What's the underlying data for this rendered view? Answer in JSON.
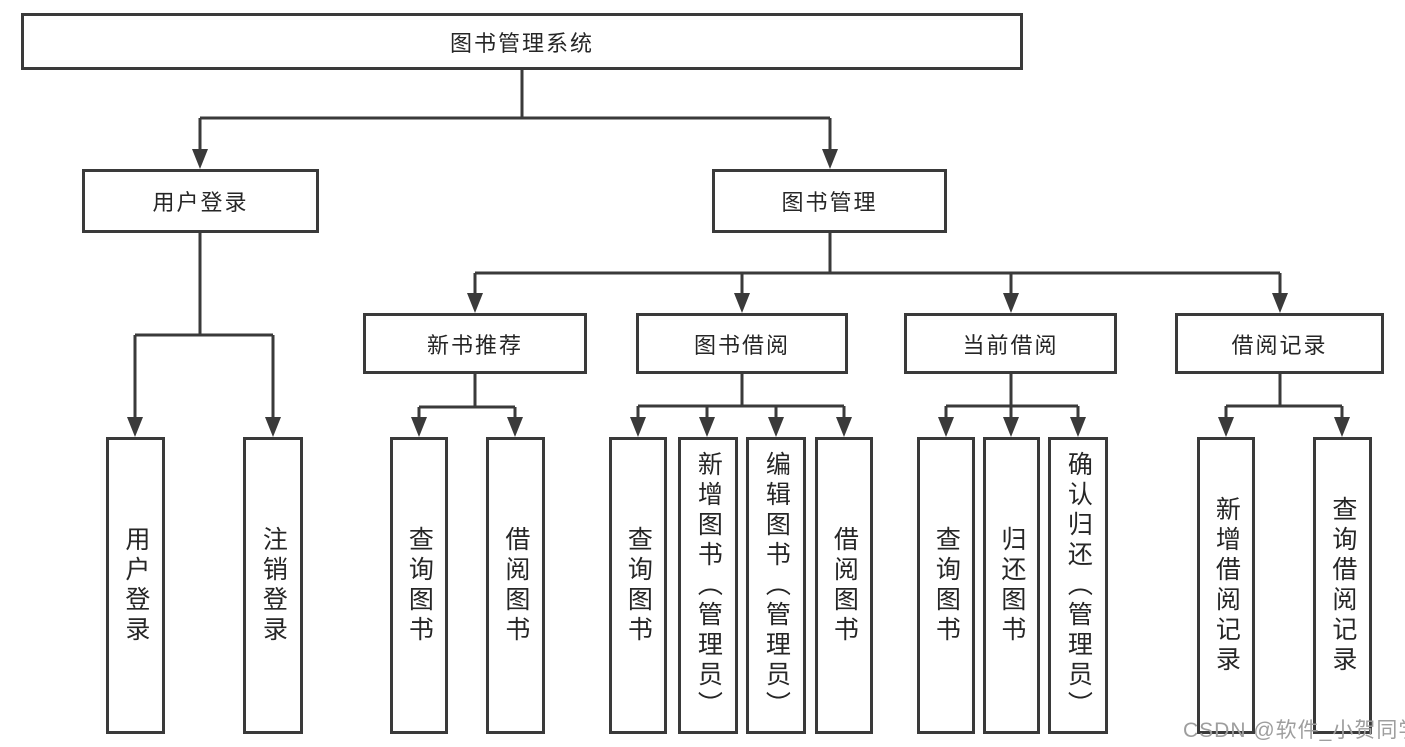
{
  "colors": {
    "line": "#3a3a3a",
    "box_border": "#3a3a3a",
    "text": "#262626",
    "watermark": "#9e9e9e",
    "background": "#ffffff"
  },
  "tree": {
    "label": "图书管理系统",
    "children": [
      {
        "label": "用户登录",
        "children": [
          {
            "label": "用户登录"
          },
          {
            "label": "注销登录"
          }
        ]
      },
      {
        "label": "图书管理",
        "children": [
          {
            "label": "新书推荐",
            "children": [
              {
                "label": "查询图书"
              },
              {
                "label": "借阅图书"
              }
            ]
          },
          {
            "label": "图书借阅",
            "children": [
              {
                "label": "查询图书"
              },
              {
                "label": "新增图书（管理员）"
              },
              {
                "label": "编辑图书（管理员）"
              },
              {
                "label": "借阅图书"
              }
            ]
          },
          {
            "label": "当前借阅",
            "children": [
              {
                "label": "查询图书"
              },
              {
                "label": "归还图书"
              },
              {
                "label": "确认归还（管理员）"
              }
            ]
          },
          {
            "label": "借阅记录",
            "children": [
              {
                "label": "新增借阅记录"
              },
              {
                "label": "查询借阅记录"
              }
            ]
          }
        ]
      }
    ]
  },
  "watermark": {
    "text": "CSDN @软件_小贺同学"
  }
}
